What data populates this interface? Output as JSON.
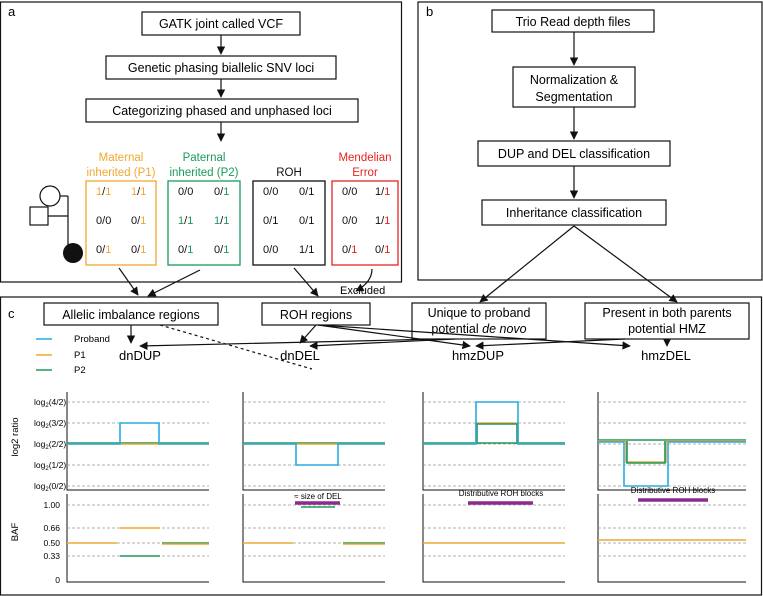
{
  "colors": {
    "proband": "#29abe2",
    "p1": "#f0a830",
    "p2": "#1a9a5a",
    "roh": "#111111",
    "error": "#e8231f",
    "purple": "#8e2a8e",
    "dash": "#999999"
  },
  "panel_a": {
    "label": "a",
    "steps": [
      "GATK joint called VCF",
      "Genetic phasing biallelic SNV loci",
      "Categorizing phased and unphased loci"
    ],
    "groups": [
      {
        "title_lines": [
          "Maternal",
          "inherited (P1)"
        ],
        "color": "#f0a830",
        "rows": [
          [
            "1/1",
            "1/1"
          ],
          [
            "0/0",
            "0/1"
          ],
          [
            "0/1",
            "0/1"
          ]
        ]
      },
      {
        "title_lines": [
          "Paternal",
          "inherited (P2)"
        ],
        "color": "#1a9a5a",
        "rows": [
          [
            "0/0",
            "0/1"
          ],
          [
            "1/1",
            "1/1"
          ],
          [
            "0/1",
            "0/1"
          ]
        ]
      },
      {
        "title_lines": [
          "ROH"
        ],
        "color": "#111111",
        "rows": [
          [
            "0/0",
            "0/1"
          ],
          [
            "0/1",
            "0/1"
          ],
          [
            "0/0",
            "1/1"
          ]
        ]
      },
      {
        "title_lines": [
          "Mendelian",
          "Error"
        ],
        "color": "#e8231f",
        "rows": [
          [
            "0/0",
            "1/1"
          ],
          [
            "0/0",
            "1/1"
          ],
          [
            "0/1",
            "0/1"
          ]
        ]
      }
    ],
    "excluded": "Excluded"
  },
  "panel_b": {
    "label": "b",
    "steps": [
      [
        "Trio Read depth files"
      ],
      [
        "Normalization &",
        "Segmentation"
      ],
      [
        "DUP and DEL classification"
      ],
      [
        "Inheritance classification"
      ]
    ]
  },
  "panel_c": {
    "label": "c",
    "categories": [
      {
        "lines": [
          "Allelic imbalance regions"
        ]
      },
      {
        "lines": [
          "ROH regions"
        ]
      },
      {
        "lines": [
          "Unique to proband",
          "potential de novo"
        ]
      },
      {
        "lines": [
          "Present in both parents",
          "potential HMZ"
        ]
      }
    ],
    "legend": [
      "Proband",
      "P1",
      "P2"
    ],
    "cnv_titles": [
      "dnDUP",
      "dnDEL",
      "hmzDUP",
      "hmzDEL"
    ],
    "y_axis_top": {
      "label": "log2 ratio",
      "ticks": [
        "log2(4/2)",
        "log2(3/2)",
        "log2(2/2)",
        "log2(1/2)",
        "log2(0/2)"
      ]
    },
    "y_axis_bottom": {
      "label": "BAF",
      "ticks": [
        "1.00",
        "0.66",
        "0.50",
        "0.33",
        "0"
      ]
    },
    "annotations": [
      "≈ size of DEL",
      "Distributive ROH blocks",
      "Distributive ROH blocks"
    ]
  }
}
